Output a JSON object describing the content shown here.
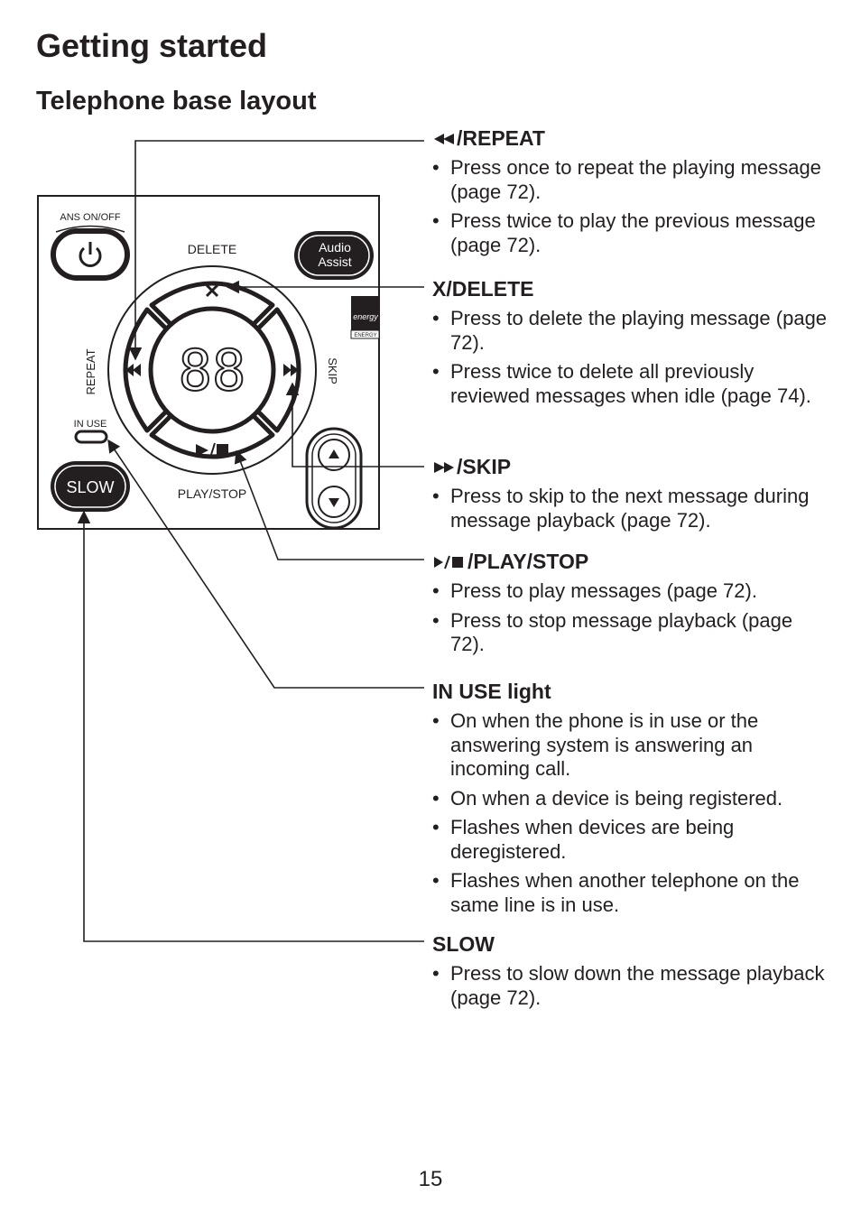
{
  "header": {
    "title": "Getting started",
    "subtitle": "Telephone base layout"
  },
  "panel": {
    "ans_label": "ANS ON/OFF",
    "delete_label": "DELETE",
    "audio_line1": "Audio",
    "audio_line2": "Assist",
    "repeat_label": "REPEAT",
    "skip_label": "SKIP",
    "in_use_label": "IN USE",
    "slow_label": "SLOW",
    "play_stop_label": "PLAY/STOP",
    "display_digits": "88",
    "energy_label": "ENERGY",
    "energy_script": "energy"
  },
  "sections": [
    {
      "heading": "/REPEAT",
      "icon": "rewind-icon",
      "bullets": [
        "Press once to repeat the playing message (page 72).",
        "Press twice to play the previous message (page 72)."
      ]
    },
    {
      "heading": "X/DELETE",
      "icon": "",
      "bullets": [
        "Press to delete the playing message (page 72).",
        "Press twice to delete all previously reviewed messages when idle (page 74)."
      ]
    },
    {
      "heading": "/SKIP",
      "icon": "fast-forward-icon",
      "bullets": [
        "Press to skip to the next message during message playback (page 72)."
      ]
    },
    {
      "heading": "/PLAY/STOP",
      "icon": "play-stop-icon",
      "bullets": [
        "Press to play messages (page 72).",
        "Press to stop message playback (page 72)."
      ]
    },
    {
      "heading": "IN USE light",
      "icon": "",
      "bullets": [
        "On when the phone is in use or the answering system is answering an incoming call.",
        "On when a device is being registered.",
        "Flashes when devices are being deregistered.",
        "Flashes when another telephone on the same line is in use."
      ]
    },
    {
      "heading": "SLOW",
      "icon": "",
      "bullets": [
        "Press to slow down the message playback (page 72)."
      ]
    }
  ],
  "footer": {
    "page_number": "15"
  }
}
